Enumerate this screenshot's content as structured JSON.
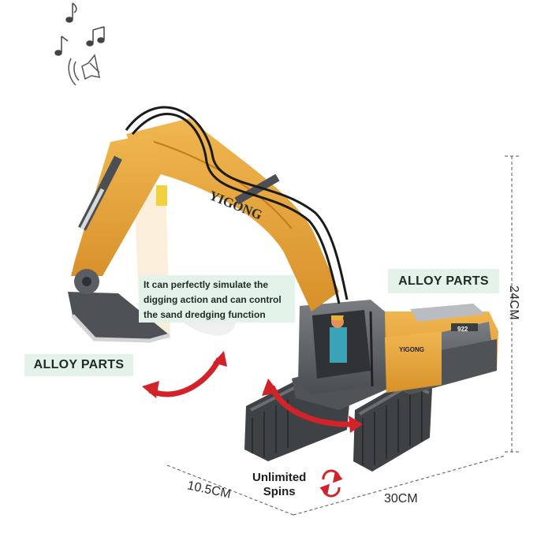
{
  "callouts": {
    "left_label": "ALLOY PARTS",
    "right_label": "ALLOY PARTS",
    "digging_note": "It can perfectly simulate the digging action and can control the sand dredging function"
  },
  "dimensions": {
    "height": "24CM",
    "depth": "10.5CM",
    "width": "30CM"
  },
  "rotation": {
    "line1": "Unlimited",
    "line2": "Spins"
  },
  "branding": {
    "arm_logo": "YIGONG",
    "cab_logo": "YIGONG",
    "model_number": "922"
  },
  "icons": [
    "music-note-icon",
    "music-notes-icon",
    "speaker-sound-icon",
    "rotate-arrows-icon"
  ],
  "colors": {
    "body_yellow": "#e7a63a",
    "body_gray": "#5a5e62",
    "arrow_red": "#d2232a",
    "callout_bg": "#e4f3ea"
  }
}
